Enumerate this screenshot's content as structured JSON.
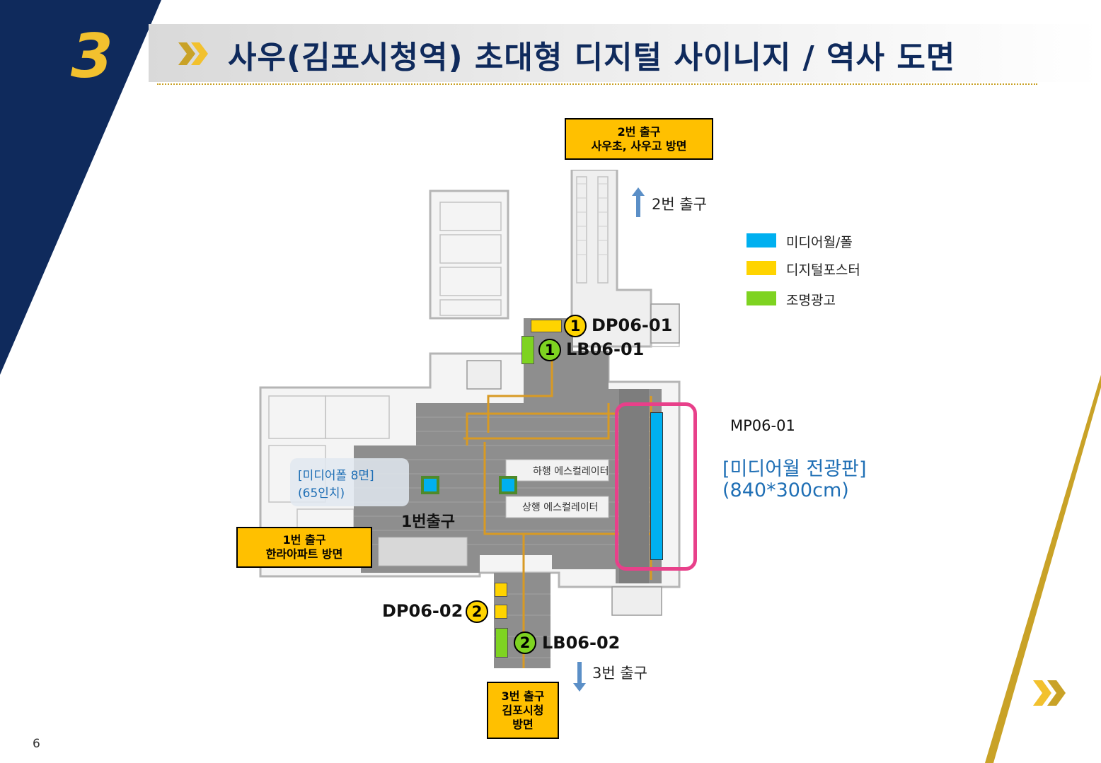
{
  "page": {
    "section_number": "3",
    "chevrons": "»",
    "title": "사우(김포시청역) 초대형 디지털 사이니지 / 역사 도면",
    "page_number": "6"
  },
  "exits": {
    "exit2": {
      "line1": "2번 출구",
      "line2": "사우초, 사우고 방면",
      "arrow_label": "2번 출구"
    },
    "exit1": {
      "line1": "1번 출구",
      "line2": "한라아파트 방면"
    },
    "exit3": {
      "line1": "3번 출구",
      "line2": "김포시청",
      "line3": "방면",
      "arrow_label": "3번 출구"
    }
  },
  "legend": [
    {
      "label": "미디어월/폴",
      "color": "#00b0f0"
    },
    {
      "label": "디지털포스터",
      "color": "#ffd400"
    },
    {
      "label": "조명광고",
      "color": "#7ed321"
    }
  ],
  "map": {
    "tags": {
      "dp1": {
        "num": "1",
        "code": "DP06-01"
      },
      "lb1": {
        "num": "1",
        "code": "LB06-01"
      },
      "dp2": {
        "num": "2",
        "code": "DP06-02"
      },
      "lb2": {
        "num": "2",
        "code": "LB06-02"
      }
    },
    "down_escalator": "하행 에스컬레이터",
    "up_escalator": "상행 에스컬레이터",
    "exit1_floor_label": "1번출구",
    "media_pole_note": {
      "line1": "[미디어폴 8면]",
      "line2": "(65인치)"
    },
    "media_wall": {
      "code": "MP06-01",
      "name": "[미디어월 전광판]",
      "size": "(840*300cm)"
    }
  },
  "colors": {
    "navy": "#0f2a5c",
    "gold": "#c9a227",
    "yellow_box": "#ffc000",
    "highlight": "#e8408a",
    "media_blue": "#00b0f0",
    "poster_yellow": "#ffd400",
    "light_green": "#7ed321",
    "text_blue": "#1f6fb5"
  }
}
